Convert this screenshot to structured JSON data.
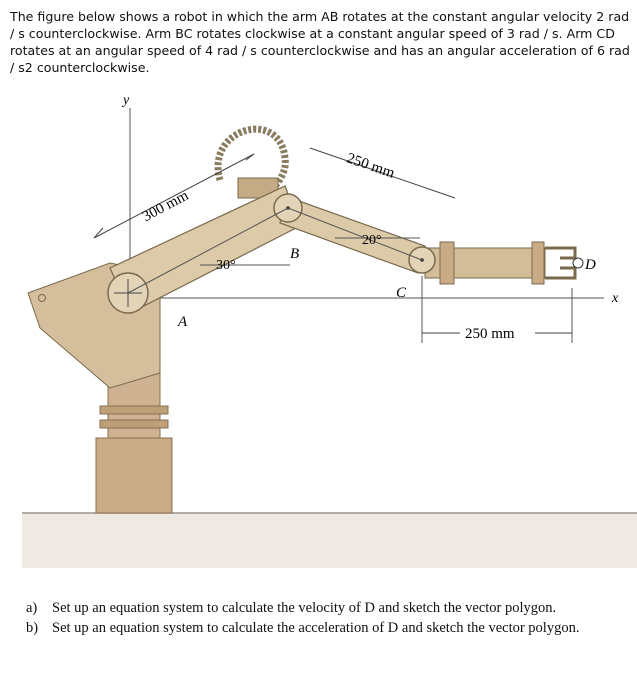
{
  "problem": {
    "intro": "The figure below shows a robot in which the arm AB rotates at the constant angular velocity 2 rad / s counterclockwise. Arm BC rotates clockwise at a constant angular speed of 3 rad / s. Arm CD rotates at an angular speed of 4 rad / s counterclockwise and has an angular acceleration of 6 rad / s2 counterclockwise."
  },
  "figure": {
    "labels": {
      "y_axis": "y",
      "x_axis": "x",
      "point_a": "A",
      "point_b": "B",
      "point_c": "C",
      "point_d": "D",
      "len_ab": "300 mm",
      "len_bc": "250 mm",
      "len_cd": "250 mm",
      "angle_ab": "30°",
      "angle_bc": "20°"
    },
    "colors": {
      "arm_fill": "#d9c7a6",
      "arm_stroke": "#7a6a4e",
      "base_fill": "#c9ab86",
      "floor": "#e8e3da"
    }
  },
  "questions": [
    {
      "label": "a)",
      "text": "Set up an equation system to calculate the velocity of D and sketch the vector polygon."
    },
    {
      "label": "b)",
      "text": "Set up an equation system to calculate the acceleration of D and sketch the vector polygon."
    }
  ]
}
